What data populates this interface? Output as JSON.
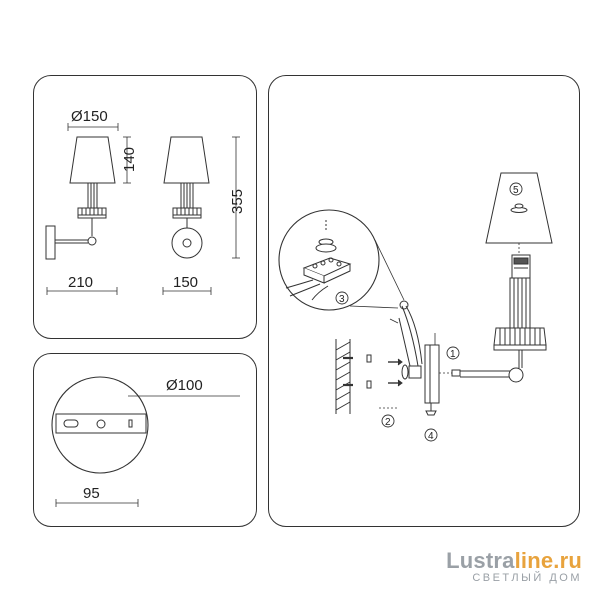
{
  "dimensions": {
    "shade_diameter": "Ø150",
    "shade_height": "140",
    "total_height": "355",
    "projection": "210",
    "width": "150",
    "base_diameter": "Ø100",
    "base_width": "95"
  },
  "callouts": [
    "1",
    "2",
    "3",
    "4",
    "5"
  ],
  "brand": {
    "name_part1": "Lustra",
    "name_part2": "line.ru",
    "tagline": "СВЕТЛЫЙ ДОМ"
  },
  "colors": {
    "line": "#333333",
    "brand_gray": "#9aa0a6",
    "brand_orange": "#e8a33d"
  }
}
